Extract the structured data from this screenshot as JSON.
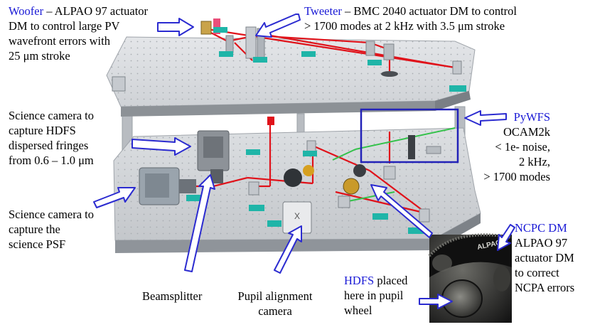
{
  "colors": {
    "accent_blue": "#1a1ad6",
    "beam_red": "#e0121a",
    "beam_green": "#33c24a",
    "arrow_blue": "#2b2bd0",
    "table_gray": "#c9ccd0"
  },
  "labels": {
    "woofer": {
      "name": "Woofer",
      "desc": " – ALPAO 97 actuator\nDM to control large PV\nwavefront errors with\n25 μm stroke"
    },
    "tweeter": {
      "name": "Tweeter",
      "desc": " – BMC 2040 actuator DM to control\n> 1700 modes at 2 kHz with 3.5 μm stroke"
    },
    "hdfs_camera": {
      "text": "Science camera to\ncapture HDFS\ndispersed fringes\nfrom 0.6 – 1.0 μm"
    },
    "psf_camera": {
      "text": "Science camera to\ncapture the\nscience PSF"
    },
    "pywfs": {
      "name": "PyWFS",
      "desc": "OCAM2k\n< 1e- noise,\n2 kHz,\n> 1700 modes"
    },
    "ncpc": {
      "name": "NCPC DM",
      "desc": "ALPAO 97\nactuator DM\nto correct\nNCPA errors"
    },
    "beamsplitter": {
      "text": "Beamsplitter"
    },
    "pupil_camera": {
      "text": "Pupil alignment\ncamera"
    },
    "hdfs": {
      "name": "HDFS",
      "desc": " placed\nhere in pupil\nwheel"
    },
    "inset_logo": "ALPAO"
  }
}
